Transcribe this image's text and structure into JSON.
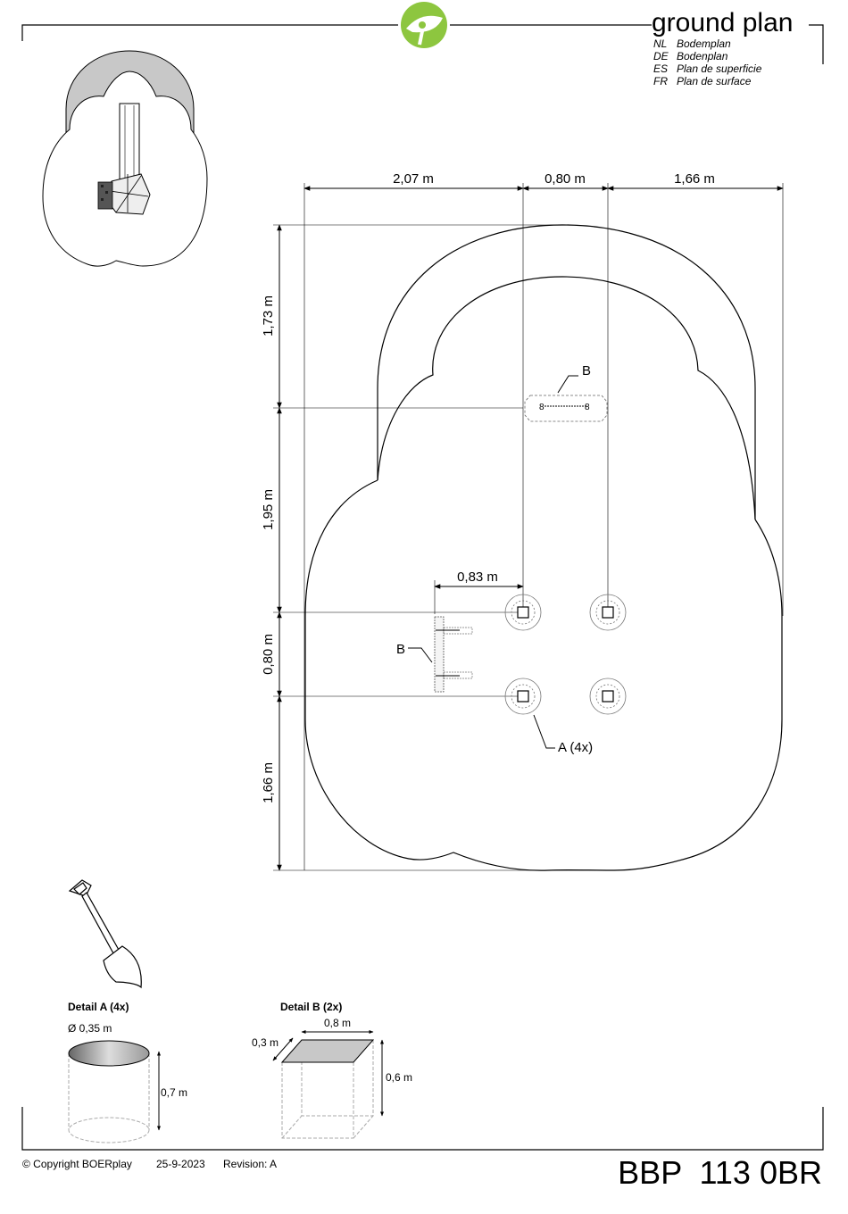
{
  "header": {
    "title": "ground plan",
    "translations": [
      {
        "code": "NL",
        "text": "Bodemplan"
      },
      {
        "code": "DE",
        "text": "Bodenplan"
      },
      {
        "code": "ES",
        "text": "Plan de superficie"
      },
      {
        "code": "FR",
        "text": "Plan de surface"
      }
    ]
  },
  "dimensions": {
    "top": [
      "2,07 m",
      "0,80 m",
      "1,66 m"
    ],
    "left": [
      "1,73 m",
      "1,95 m",
      "0,80 m",
      "1,66 m"
    ],
    "inner": "0,83 m"
  },
  "callouts": {
    "b_top": "B",
    "b_left": "B",
    "a": "A (4x)"
  },
  "detail_a": {
    "title": "Detail A  (4x)",
    "diameter": "Ø 0,35 m",
    "depth": "0,7 m"
  },
  "detail_b": {
    "title": "Detail B  (2x)",
    "width": "0,8 m",
    "length": "0,3 m",
    "depth": "0,6 m"
  },
  "footer": {
    "copyright": "© Copyright BOERplay",
    "date": "25-9-2023",
    "revision": "Revision: A",
    "code": "BBP  113 0BR"
  },
  "colors": {
    "logo": "#8dc63f",
    "safety_zone": "#c8c8c8"
  }
}
